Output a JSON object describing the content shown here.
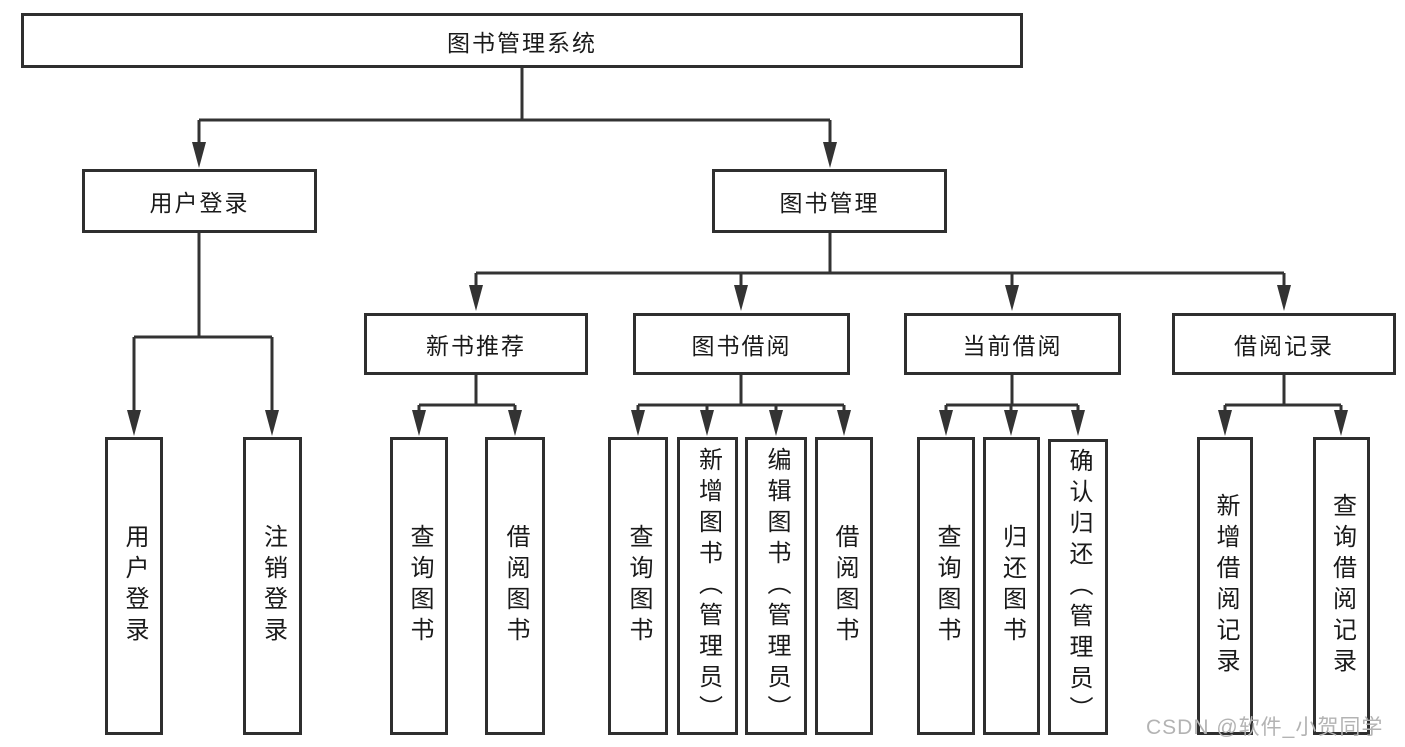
{
  "diagram": {
    "title": "图书管理系统",
    "level2": {
      "user_login": "用户登录",
      "book_management": "图书管理"
    },
    "level3": {
      "new_book": "新书推荐",
      "book_borrow": "图书借阅",
      "current_borrow": "当前借阅",
      "borrow_record": "借阅记录"
    },
    "leaves": {
      "user": [
        "用户登录",
        "注销登录"
      ],
      "new_book": [
        "查询图书",
        "借阅图书"
      ],
      "book_borrow": [
        "查询图书",
        "新增图书（管理员）",
        "编辑图书（管理员）",
        "借阅图书"
      ],
      "current_borrow": [
        "查询图书",
        "归还图书",
        "确认归还（管理员）"
      ],
      "borrow_record": [
        "新增借阅记录",
        "查询借阅记录"
      ]
    }
  },
  "watermark": "CSDN @软件_小贺同学",
  "colors": {
    "line": "#333333",
    "box_border": "#2f2f2f",
    "text": "#1a1a1a",
    "watermark": "#b3b3b3",
    "background": "#ffffff"
  }
}
